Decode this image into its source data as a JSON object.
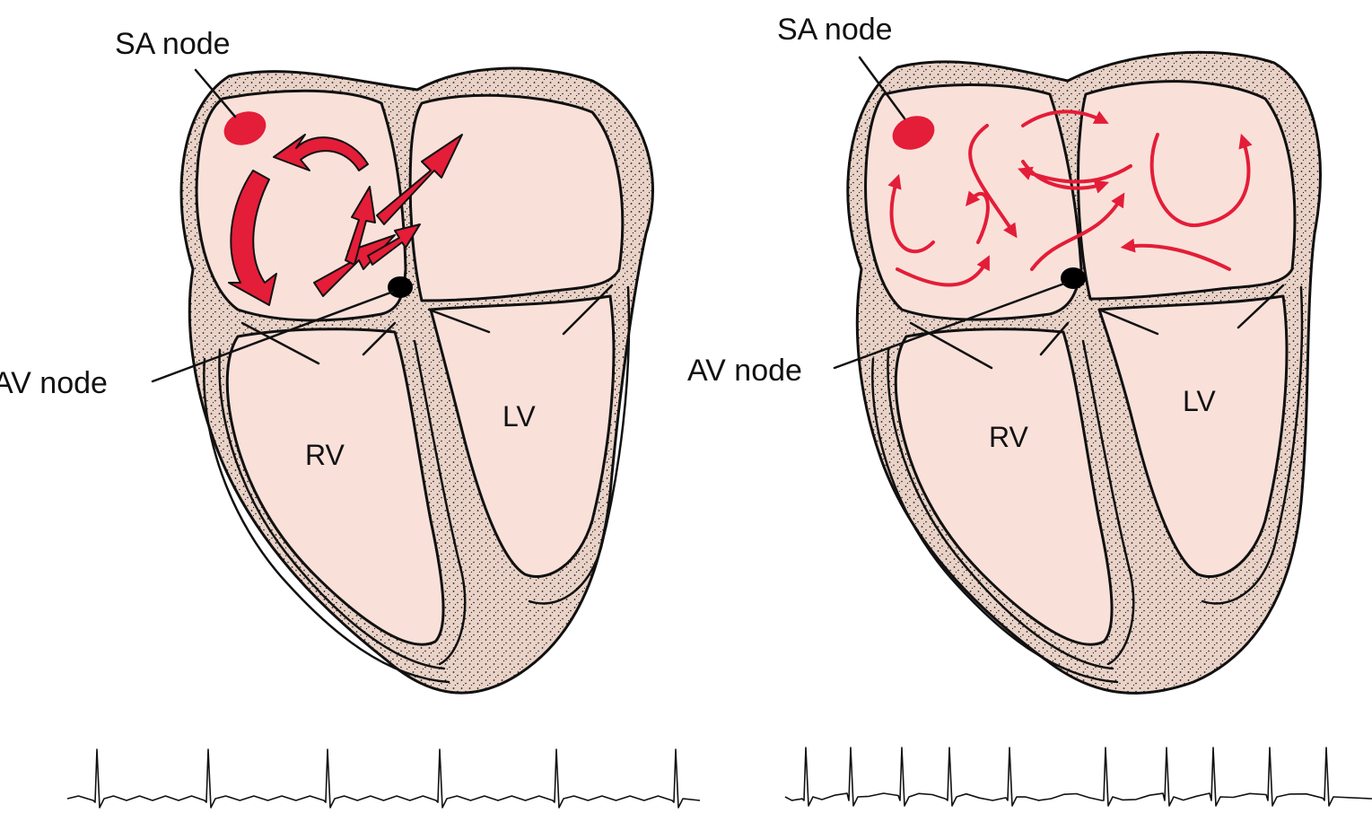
{
  "colors": {
    "myocardium": "#e9d3c8",
    "chamber": "#f9e1da",
    "impulse": "#e41d38",
    "av_node": "#000000"
  },
  "panels": [
    {
      "sa_label": "SA node",
      "av_label": "AV node",
      "rv_label": "RV",
      "lv_label": "LV",
      "impulse_pattern": "organized"
    },
    {
      "sa_label": "SA node",
      "av_label": "AV node",
      "rv_label": "RV",
      "lv_label": "LV",
      "impulse_pattern": "chaotic"
    }
  ],
  "ecg": [
    {
      "rhythm": "regular"
    },
    {
      "rhythm": "irregular"
    }
  ]
}
